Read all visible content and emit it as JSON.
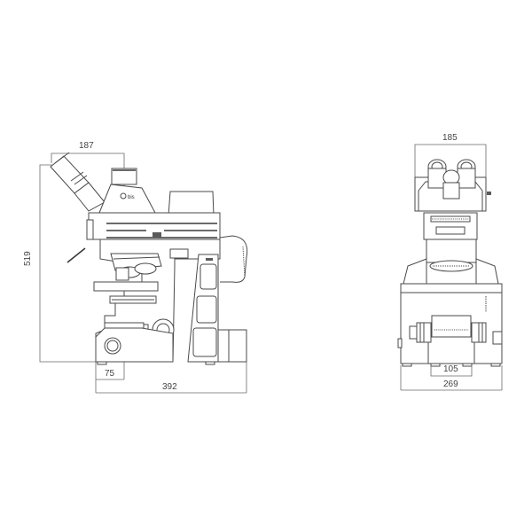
{
  "drawing": {
    "subject": "microscope-dimension-drawing",
    "side_view": {
      "dimensions": {
        "eyepiece_offset": "187",
        "height": "519",
        "front_offset": "75",
        "depth": "392"
      }
    },
    "front_view": {
      "dimensions": {
        "head_width": "185",
        "inner_width": "105",
        "base_width": "269"
      }
    },
    "colors": {
      "line": "#4a4a4a",
      "dimension_line": "#6a6a6a",
      "text": "#444444",
      "background": "#ffffff"
    }
  }
}
